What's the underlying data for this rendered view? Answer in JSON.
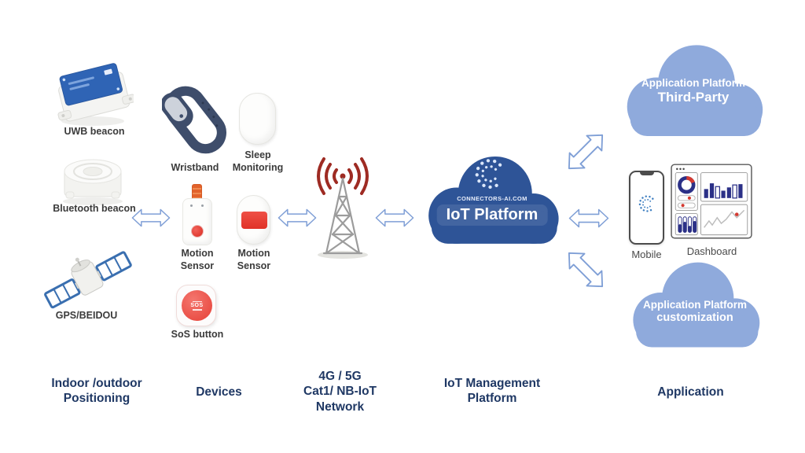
{
  "positioning": {
    "uwb_label": "UWB beacon",
    "bluetooth_label": "Bluetooth beacon",
    "gps_label": "GPS/BEIDOU",
    "caption": [
      "Indoor /outdoor",
      "Positioning"
    ]
  },
  "devices": {
    "wristband_label": "Wristband",
    "sleep_label": [
      "Sleep",
      "Monitoring"
    ],
    "motion1_label": [
      "Motion",
      "Sensor"
    ],
    "motion2_label": [
      "Motion",
      "Sensor"
    ],
    "sos_label": "SoS button",
    "sos_button_text": "SOS",
    "caption": "Devices"
  },
  "network": {
    "caption": [
      "4G / 5G",
      "Cat1/ NB-IoT",
      "Network"
    ]
  },
  "iot_platform": {
    "brand": "CONNECTORS-AI.COM",
    "title": "IoT Platform",
    "caption": [
      "IoT Management",
      "Platform"
    ]
  },
  "application": {
    "third_party_cloud": [
      "Application Platform",
      "Third-Party"
    ],
    "customization_cloud": [
      "Application Platform",
      "customization"
    ],
    "mobile_label": "Mobile",
    "dashboard_label": "Dashboard",
    "caption": "Application"
  },
  "colors": {
    "navy_text": "#1F3864",
    "iot_cloud_fill": "#2E5497",
    "light_cloud_fill": "#8FAADC",
    "arrow_outline": "#7F9FD6",
    "signal_red": "#9E2B23",
    "device_red": "#E53E36",
    "dashboard_navy": "#2B3087"
  }
}
